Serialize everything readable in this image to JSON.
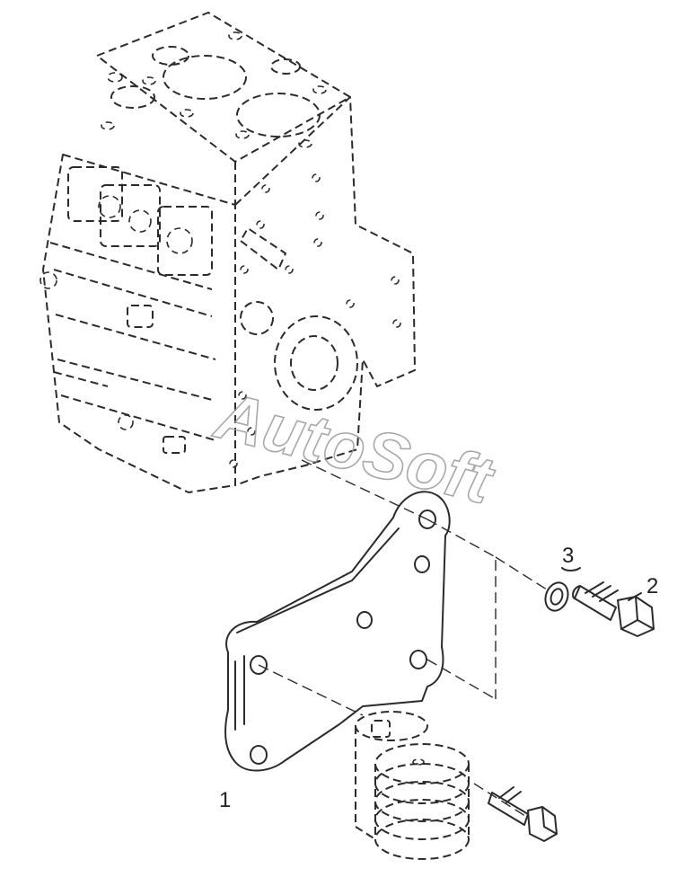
{
  "watermark": "AutoSoft",
  "callouts": {
    "part_1": "1",
    "part_2": "2",
    "part_3": "3"
  }
}
